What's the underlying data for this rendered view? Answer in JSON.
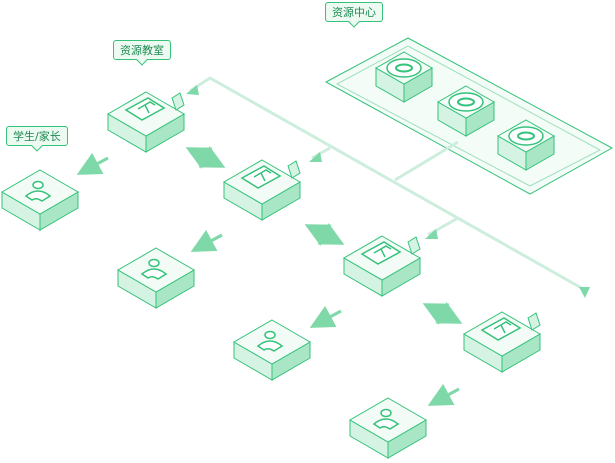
{
  "labels": {
    "resource_center": "资源中心",
    "resource_classroom": "资源教室",
    "student_parent": "学生/家长"
  },
  "colors": {
    "stroke": "#35c27a",
    "top_fill": "#f2fbf6",
    "left_fill": "#d5f3e3",
    "right_fill": "#a8e6c5",
    "line": "#cdeedd",
    "arrow": "#7ed8a8",
    "label_bg": "#ecfaf2",
    "label_text": "#1f8a52"
  },
  "icons": {
    "server": "cloud-link-icon",
    "classroom": "classroom-screen-icon",
    "person": "person-icon"
  }
}
